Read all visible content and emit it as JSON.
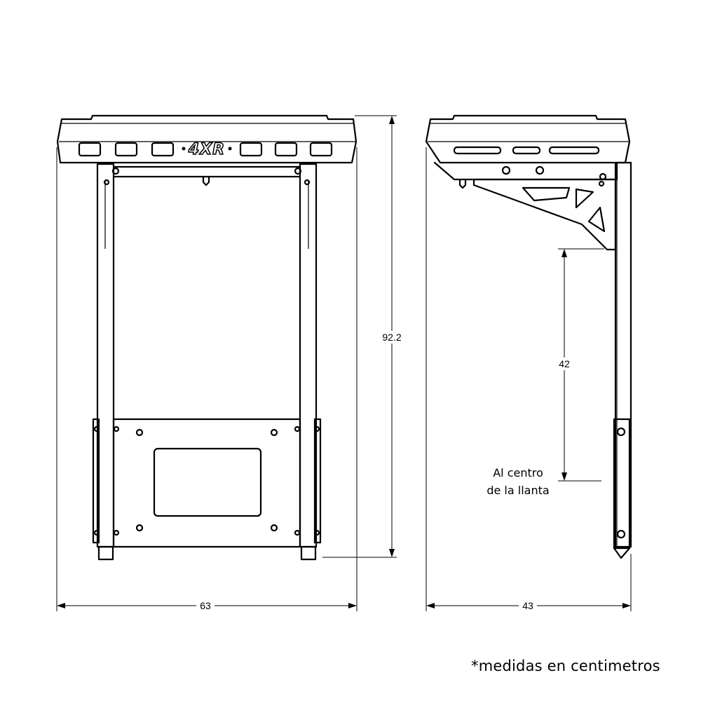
{
  "diagram": {
    "front_view": {
      "brand_logo": "4XR",
      "width_dimension": "63",
      "height_dimension": "92.2"
    },
    "side_view": {
      "width_dimension": "43",
      "drop_dimension": "42",
      "note_line1": "Al centro",
      "note_line2": "de la llanta"
    },
    "footnote": "*medidas en centimetros"
  }
}
